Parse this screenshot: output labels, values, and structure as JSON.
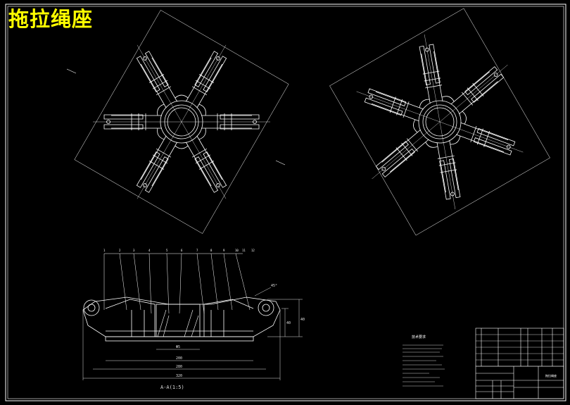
{
  "drawing": {
    "title": "拖拉绳座",
    "section_label": "A-A(1:5)",
    "colors": {
      "background": "#000000",
      "linework": "#ffffff",
      "title": "#ffff00",
      "dimensions": "#e0e0e0"
    }
  },
  "dimensions": {
    "inner": "Φ5",
    "mid": "200",
    "outer": "280",
    "overall": "320",
    "height_a": "40",
    "height_b": "40",
    "chamfer": "45°"
  },
  "balloons": [
    "1",
    "2",
    "3",
    "4",
    "5",
    "6",
    "7",
    "8",
    "9",
    "10",
    "11",
    "12"
  ],
  "technical_notes_title": "技术要求",
  "bom_rows": 6,
  "title_block_name": "拖拉绳座"
}
